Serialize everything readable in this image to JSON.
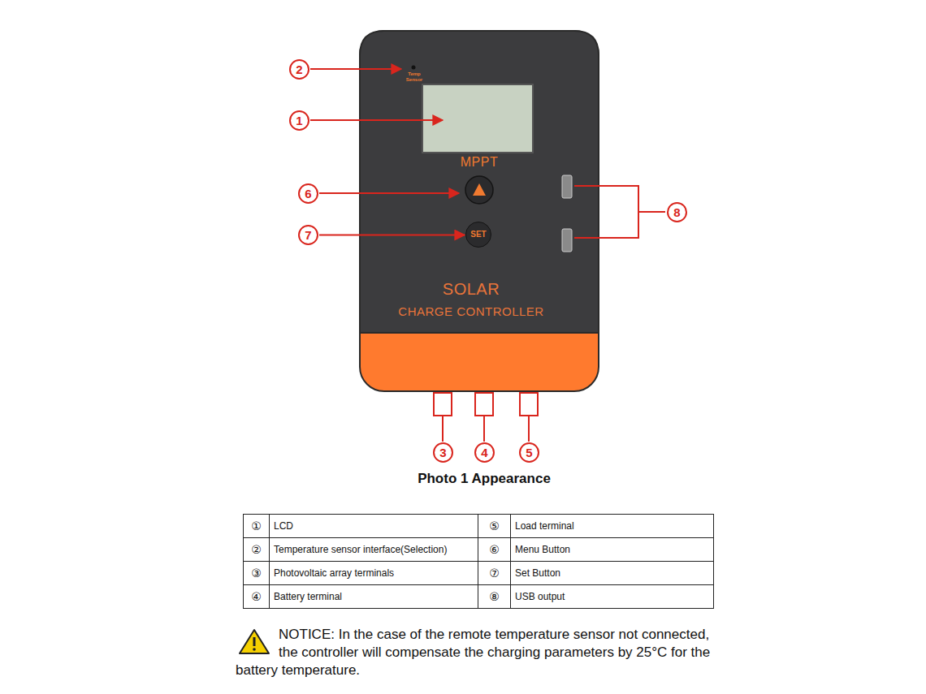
{
  "diagram": {
    "caption": "Photo 1 Appearance",
    "nodes": [
      {
        "text": [
          "MPPT",
          "SOLAR",
          "CHARGE CONTROLLER"
        ]
      },
      {
        "text": [
          "SET"
        ],
        "in": 0
      },
      {
        "text": [
          "2"
        ]
      },
      {
        "text": [
          "1"
        ]
      },
      {
        "text": [
          "6"
        ]
      },
      {
        "text": [
          "7"
        ]
      },
      {
        "text": [
          "8"
        ]
      },
      {
        "text": [
          "3"
        ]
      },
      {
        "text": [
          "4"
        ]
      },
      {
        "text": [
          "5"
        ]
      }
    ],
    "edges": [
      {
        "from": 5,
        "to": 1,
        "arrow": "to"
      }
    ],
    "labels": [
      "Temp Sensor",
      "①",
      "LCD",
      "⑤",
      "Load terminal",
      "②",
      "Temperature sensor interface(Selection)",
      "⑥",
      "Menu Button",
      "③",
      "Photovoltaic array terminals",
      "⑦",
      "Set Button",
      "④",
      "Battery terminal",
      "⑧",
      "USB output",
      "NOTICE: In the case of the remote temperature sensor not connected, the controller will compensate the charging parameters by 25°C for the battery temperature."
    ]
  }
}
